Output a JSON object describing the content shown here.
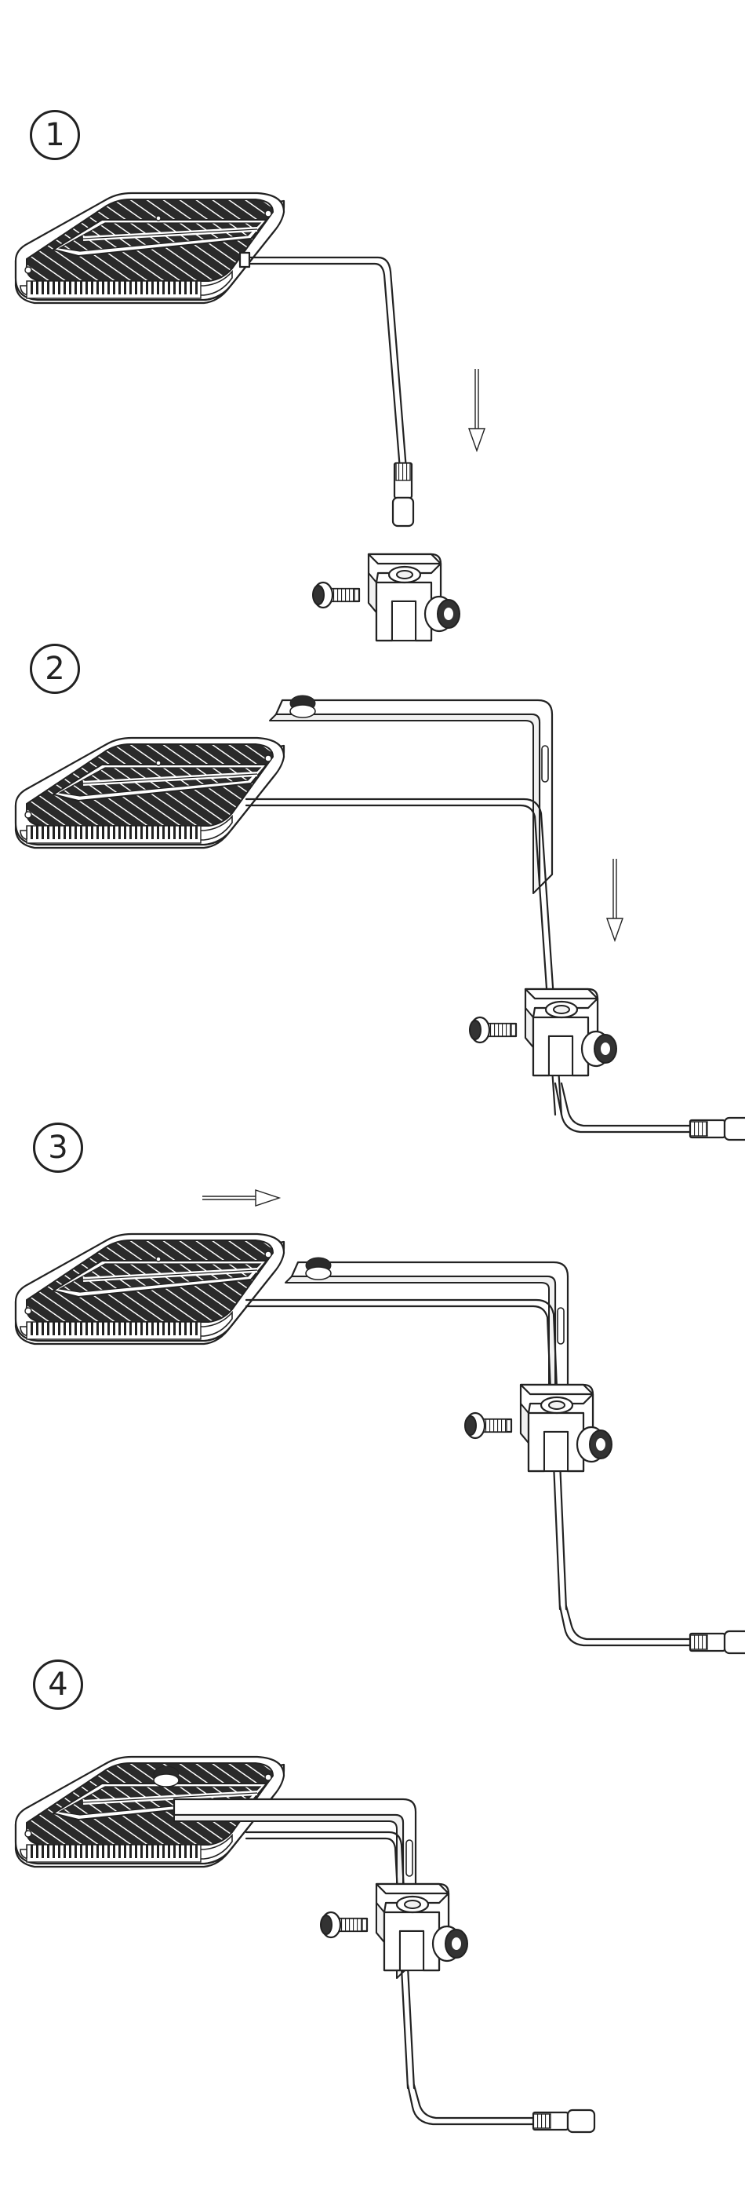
{
  "steps": [
    {
      "id": 1,
      "label": "1"
    },
    {
      "id": 2,
      "label": "2"
    },
    {
      "id": 3,
      "label": "3"
    },
    {
      "id": 4,
      "label": "4"
    }
  ]
}
